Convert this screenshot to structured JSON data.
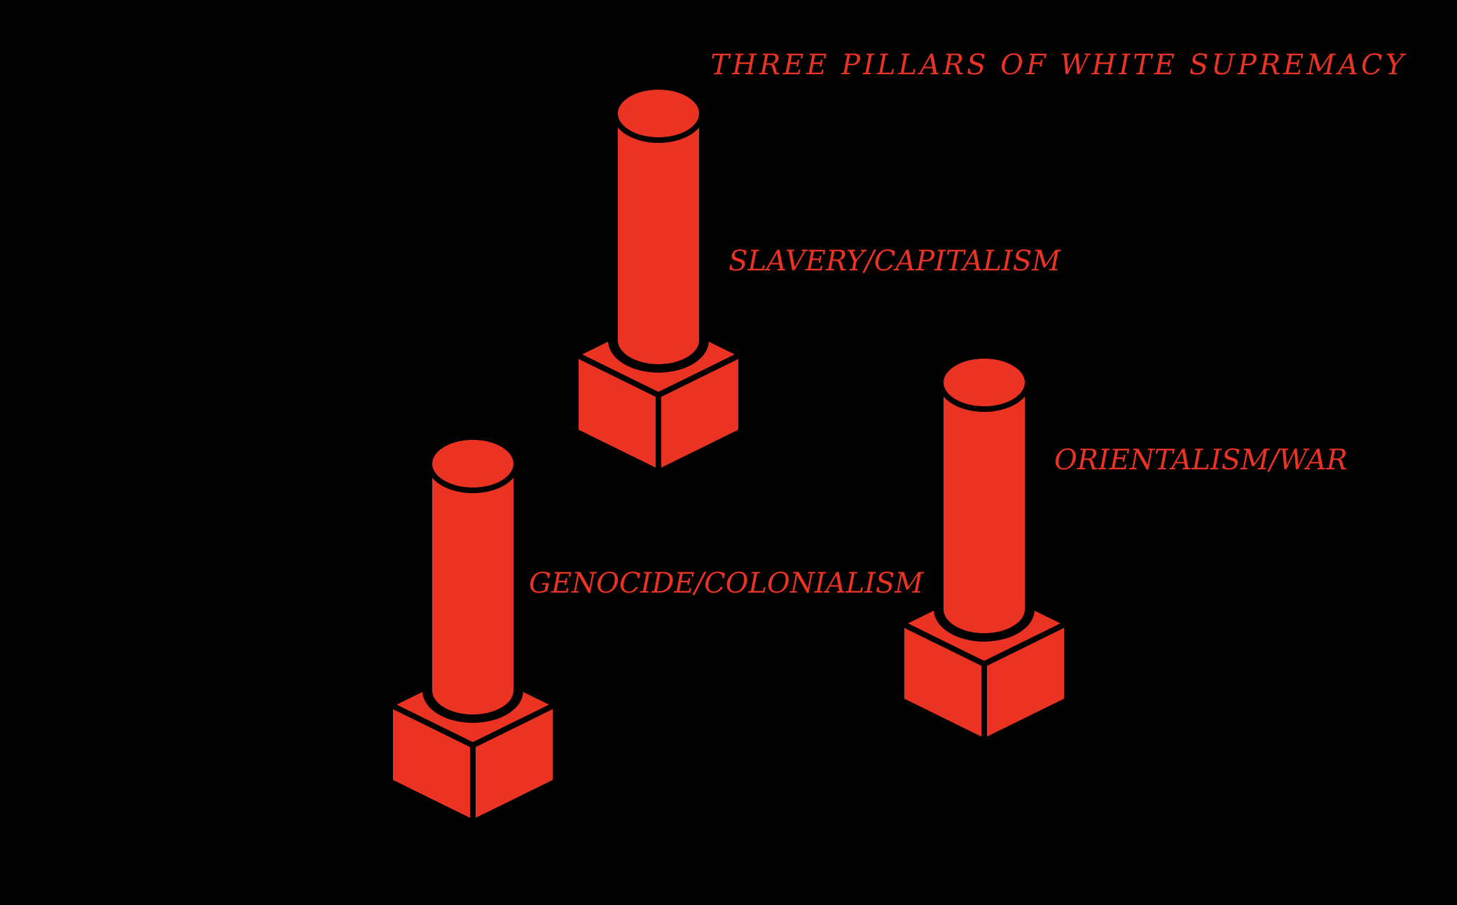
{
  "title": "THREE PILLARS OF WHITE SUPREMACY",
  "colors": {
    "background": "#000000",
    "pillar": "#EB3324",
    "outline": "#000000",
    "text": "#EB3324"
  },
  "pillars": [
    {
      "label": "SLAVERY/CAPITALISM"
    },
    {
      "label": "ORIENTALISM/WAR"
    },
    {
      "label": "GENOCIDE/COLONIALISM"
    }
  ]
}
